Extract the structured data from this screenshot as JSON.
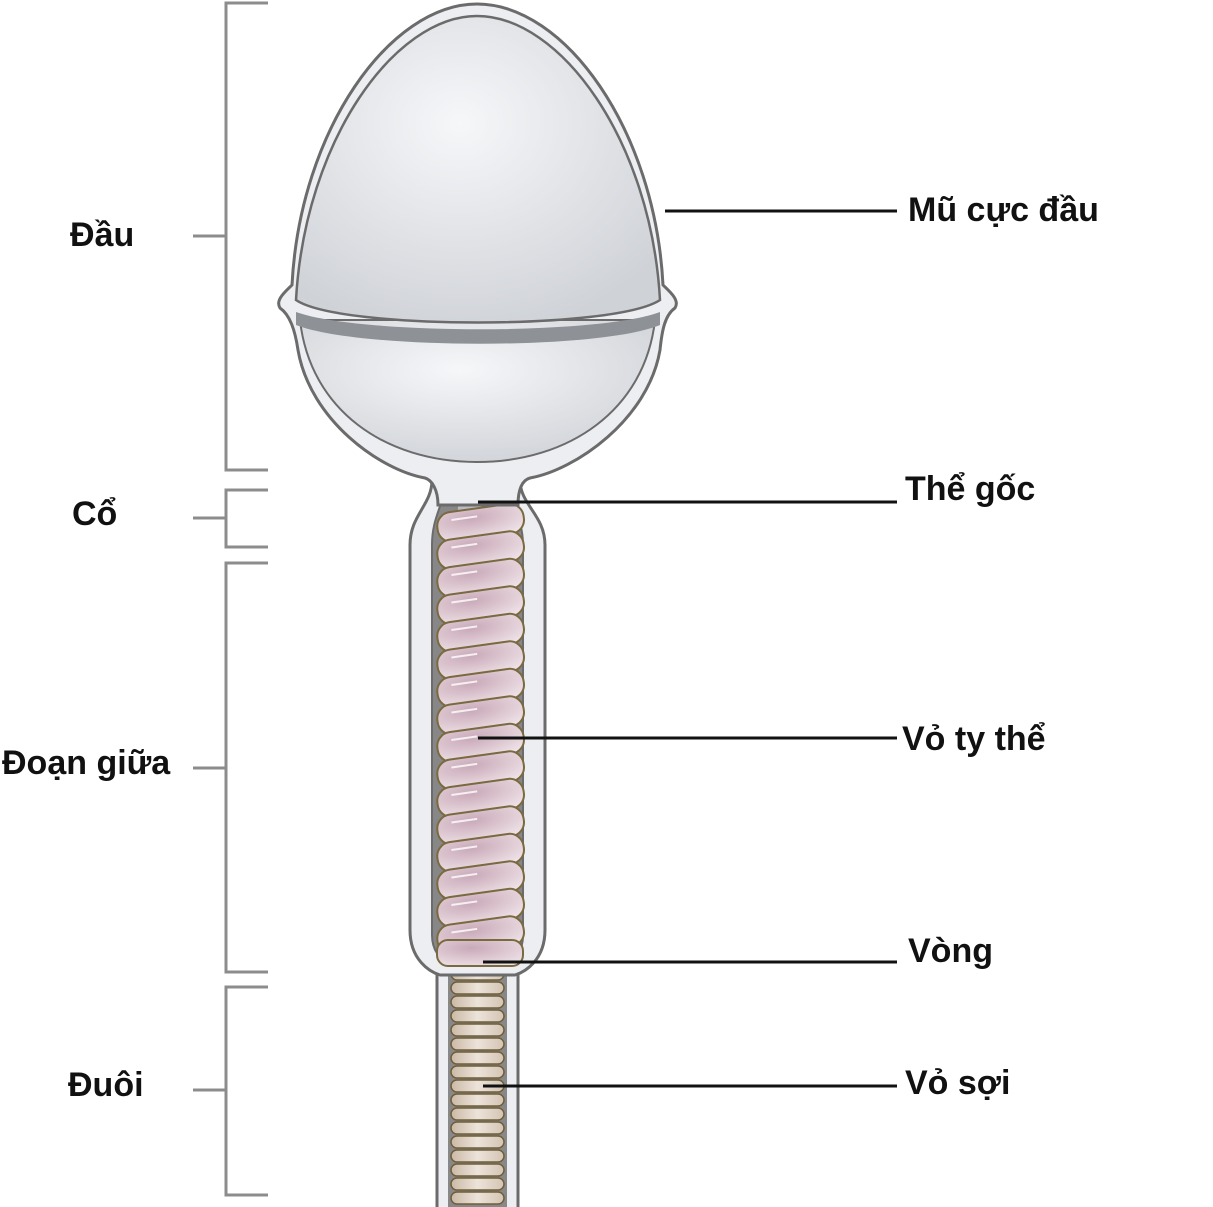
{
  "left_labels": {
    "head": "Đầu",
    "neck": "Cổ",
    "midpiece": "Đoạn giữa",
    "tail": "Đuôi"
  },
  "right_labels": {
    "acrosome": "Mũ cực đầu",
    "basal_body": "Thể gốc",
    "mitochondrial_sheath": "Vỏ ty thể",
    "annulus": "Vòng",
    "fibrous_sheath": "Vỏ sợi"
  },
  "colors": {
    "membrane": "#6b6b6b",
    "head_fill": "#e4e6ea",
    "mitochondria": "#dcc6d0",
    "fibers": "#ddd0c4",
    "core": "#8a8a8a",
    "bracket": "#8c8c8c"
  }
}
